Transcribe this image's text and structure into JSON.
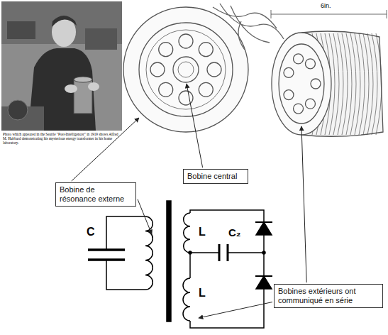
{
  "diagram": {
    "nodes": [
      {
        "text": [
          "Bobine central"
        ]
      },
      {
        "text": [
          "Bobine de résonance externe"
        ]
      },
      {
        "text": [
          "Bobines extérieurs ont communiqué en série"
        ]
      }
    ],
    "labels": [
      "Photo which appeared in the Seattle \"Post-Intelligencer\" in 1919 shows Alfred M. Hubbard demonstrating his mysterious energy transformer in his home laboratory.",
      "6in.",
      "C",
      "L",
      "C₂",
      "L"
    ]
  }
}
